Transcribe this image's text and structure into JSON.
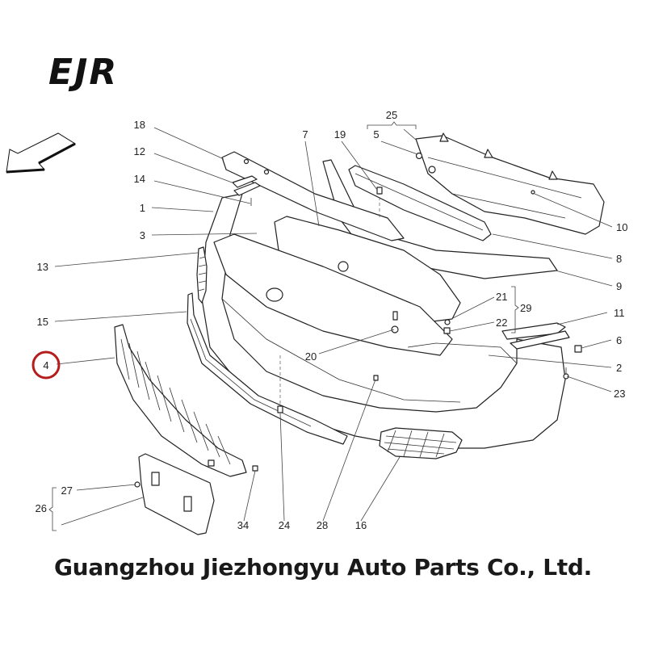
{
  "logo": {
    "text": "EJR"
  },
  "direction_arrow": {
    "icon": "arrow-down-left-icon",
    "meaning": "front of vehicle direction"
  },
  "diagram": {
    "title": "Front bumper exploded parts diagram",
    "highlight_color": "#b51d1d",
    "highlighted_part": "4",
    "callouts": [
      {
        "id": "18",
        "label": "18"
      },
      {
        "id": "12",
        "label": "12"
      },
      {
        "id": "14",
        "label": "14"
      },
      {
        "id": "1",
        "label": "1"
      },
      {
        "id": "3",
        "label": "3"
      },
      {
        "id": "13",
        "label": "13"
      },
      {
        "id": "15",
        "label": "15"
      },
      {
        "id": "4",
        "label": "4"
      },
      {
        "id": "7",
        "label": "7"
      },
      {
        "id": "19",
        "label": "19"
      },
      {
        "id": "5",
        "label": "5"
      },
      {
        "id": "25",
        "label": "25"
      },
      {
        "id": "10",
        "label": "10"
      },
      {
        "id": "8",
        "label": "8"
      },
      {
        "id": "9",
        "label": "9"
      },
      {
        "id": "21",
        "label": "21"
      },
      {
        "id": "22",
        "label": "22"
      },
      {
        "id": "29",
        "label": "29"
      },
      {
        "id": "11",
        "label": "11"
      },
      {
        "id": "6",
        "label": "6"
      },
      {
        "id": "2",
        "label": "2"
      },
      {
        "id": "23",
        "label": "23"
      },
      {
        "id": "20",
        "label": "20"
      },
      {
        "id": "27",
        "label": "27"
      },
      {
        "id": "26",
        "label": "26"
      },
      {
        "id": "34",
        "label": "34"
      },
      {
        "id": "24",
        "label": "24"
      },
      {
        "id": "28",
        "label": "28"
      },
      {
        "id": "16",
        "label": "16"
      }
    ]
  },
  "footer": {
    "company": "Guangzhou Jiezhongyu Auto Parts Co., Ltd."
  }
}
